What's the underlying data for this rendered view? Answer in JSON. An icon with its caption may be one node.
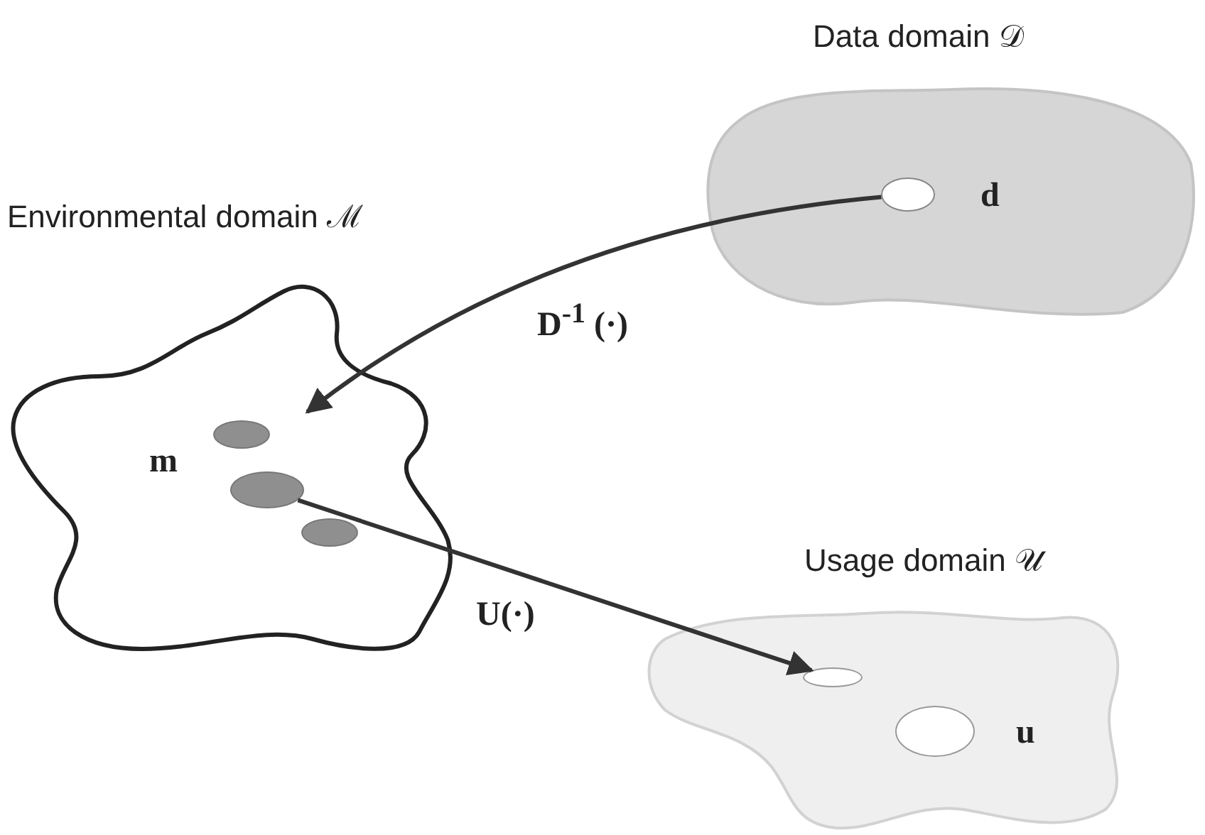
{
  "diagram": {
    "nodes": [
      {
        "text": [
          "Data domain 𝒟"
        ]
      },
      {
        "text": [],
        "shape": "circle",
        "in": 0,
        "beside": [
          "d"
        ]
      },
      {
        "text": [
          "Environmental domain ℳ",
          "m"
        ]
      },
      {
        "text": [],
        "shape": "circle",
        "in": 2
      },
      {
        "text": [],
        "shape": "circle",
        "in": 2
      },
      {
        "text": [],
        "shape": "circle",
        "in": 2
      },
      {
        "text": [
          "Usage domain 𝒰"
        ]
      },
      {
        "text": [],
        "shape": "circle",
        "in": 6
      },
      {
        "text": [],
        "shape": "circle",
        "in": 6,
        "beside": [
          "u"
        ]
      }
    ],
    "edges": [
      {
        "from": 1,
        "to": 2,
        "arrow": "to",
        "label": "D$^{-1}$ (·)"
      },
      {
        "from": 4,
        "to": 7,
        "arrow": "to",
        "label": "U(·)"
      }
    ]
  }
}
